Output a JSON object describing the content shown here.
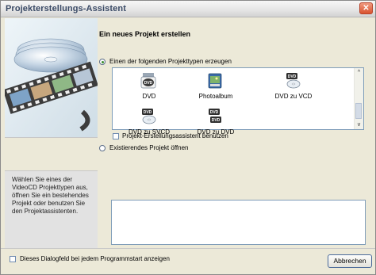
{
  "window": {
    "title": "Projekterstellungs-Assistent",
    "close_glyph": "✕"
  },
  "header": {
    "heading": "Ein neues Projekt erstellen"
  },
  "left_panel": {
    "hero_icon": "film-reel-cd-icon",
    "hint_text": "Wählen Sie eines der VideoCD Projekttypen aus, öffnen Sie ein bestehendes Projekt oder benutzen Sie den Projektassistenten."
  },
  "options": {
    "create_label": "Einen der folgenden Projekttypen erzeugen",
    "create_selected": true,
    "open_label": "Existierendes Projekt öffnen",
    "open_selected": false
  },
  "project_types": [
    {
      "label": "DVD",
      "icon": "dvd-disc-icon"
    },
    {
      "label": "Photoalbum",
      "icon": "photo-album-icon"
    },
    {
      "label": "DVD zu VCD",
      "icon": "dvd-to-vcd-icon"
    },
    {
      "label": "DVD zu SVCD",
      "icon": "dvd-to-svcd-icon"
    },
    {
      "label": "DVD zu DVD",
      "icon": "dvd-to-dvd-icon"
    }
  ],
  "wizard_checkbox": {
    "label": "Projekt-Erstellungsassistent benutzen",
    "checked": false
  },
  "footer": {
    "startup_checkbox_label": "Dieses Dialogfeld bei jedem Programmstart anzeigen",
    "startup_checked": false,
    "cancel_label": "Abbrechen"
  },
  "scrollbar": {
    "up_glyph": "^",
    "down_glyph": "v"
  },
  "colors": {
    "accent_green": "#3a8d2a",
    "list_border": "#7f9db9",
    "title_text": "#3a4a66",
    "close_red": "#d9532f"
  }
}
